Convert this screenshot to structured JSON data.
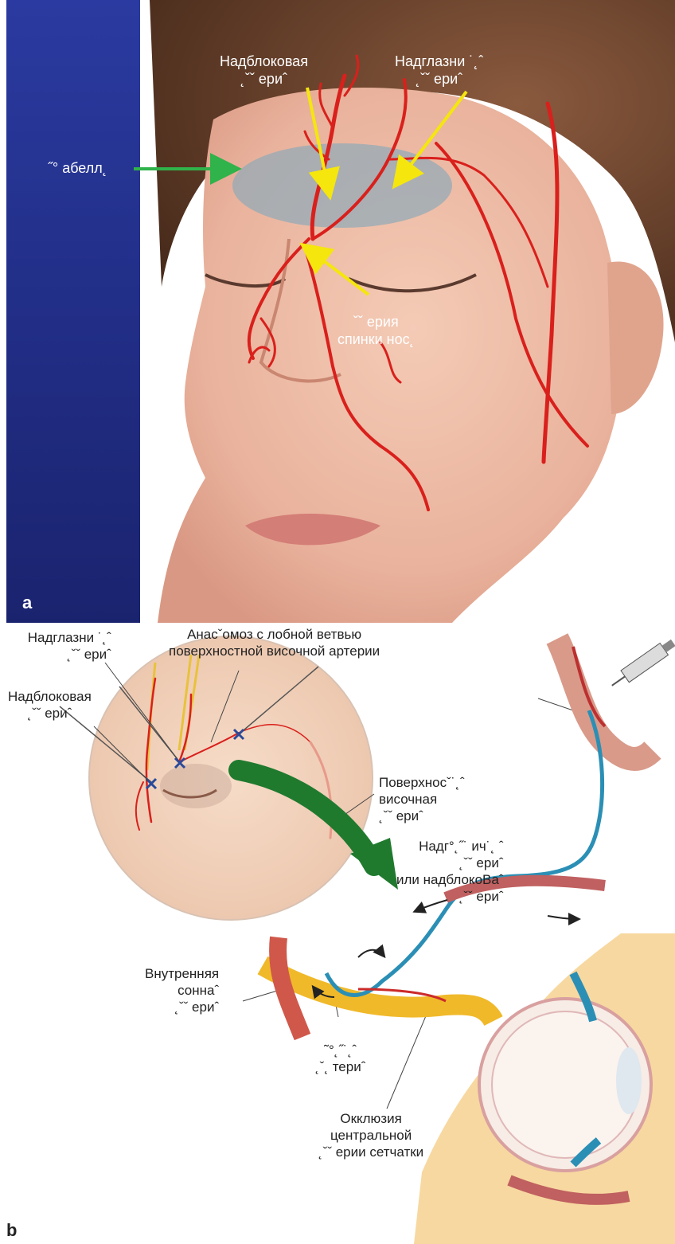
{
  "panel_a": {
    "letter": "a",
    "labels": {
      "supratrochlear": [
        "Надблоковая",
        "˛ˇˇ  ериˆ"
      ],
      "supraorbital": [
        "Надглазни ˙˛ˆ",
        "˛ˇˇ  ериˆ"
      ],
      "glabella": [
        "˝° абелл˛"
      ],
      "dorsal_nasal": [
        "ˇˇ   ерия",
        "спинки нос˛"
      ]
    },
    "colors": {
      "artery": "#d9201c",
      "arrow_yellow": "#f5e60e",
      "arrow_green": "#2fb34a",
      "backdrop": "#1f2f8a"
    }
  },
  "panel_b": {
    "letter": "b",
    "labels": {
      "supraorbital": [
        "Надглазни ˙˛ˆ",
        "˛ˇˇ  ериˆ"
      ],
      "anastomosis": [
        "Анасˇомоз с лобной ветвью",
        "поверхностной височной артерии"
      ],
      "supratrochlear": [
        "Надблоковая",
        "˛ˇˇ  ериˆ"
      ],
      "superficial_temporal": [
        "Поверхносˇ˙˛ˆ",
        "височная",
        "˛ˇˇ  ериˆ"
      ],
      "supra_or": [
        "Надг°˛˝˙  ич˙˛ ˆ",
        "˛ˇˇ  ериˆ",
        "или надблокоВаˆ",
        "˛ˇˇ  ериˆ"
      ],
      "internal_carotid": [
        "Внутренняя",
        "соннаˆ",
        "˛ˇˇ  ериˆ"
      ],
      "ophthalmic": [
        "˜°˛˝˙˛ˆ",
        "˛ˇ˛ териˆ"
      ],
      "occlusion": [
        "Окклюзия",
        "центральной",
        "˛ˇˇ  ерии сетчатки"
      ]
    },
    "colors": {
      "artery": "#d9201c",
      "nerve": "#e8c23a",
      "marker": "#2a4a9a",
      "fill_blue": "#2b8fb5"
    }
  }
}
